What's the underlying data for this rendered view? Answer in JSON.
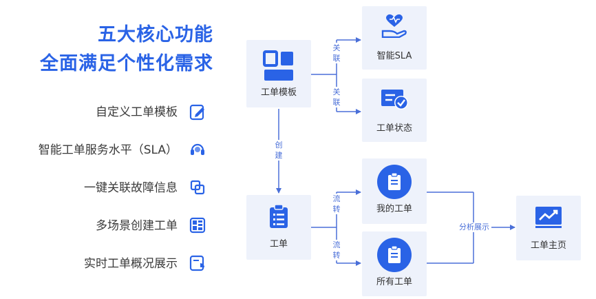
{
  "heading": {
    "line1": "五大核心功能",
    "line2": "全面满足个性化需求"
  },
  "features": [
    {
      "label": "自定义工单模板",
      "icon": "edit-form-icon"
    },
    {
      "label": "智能工单服务水平（SLA）",
      "icon": "headset-icon"
    },
    {
      "label": "一键关联故障信息",
      "icon": "link-copy-icon"
    },
    {
      "label": "多场景创建工单",
      "icon": "grid-layout-icon"
    },
    {
      "label": "实时工单概况展示",
      "icon": "report-chart-icon"
    }
  ],
  "nodes": {
    "template": "工单模板",
    "sla": "智能SLA",
    "status": "工单状态",
    "ticket": "工单",
    "my_ticket": "我的工单",
    "all_tickets": "所有工单",
    "home": "工单主页"
  },
  "edges": {
    "relate1": "关联",
    "relate2": "关联",
    "create": "创建",
    "flow1": "流转",
    "flow2": "流转",
    "analyze": "分析展示"
  },
  "colors": {
    "accent": "#2a63e6",
    "node_bg": "#eef2fb",
    "line": "#4a6fd8"
  }
}
